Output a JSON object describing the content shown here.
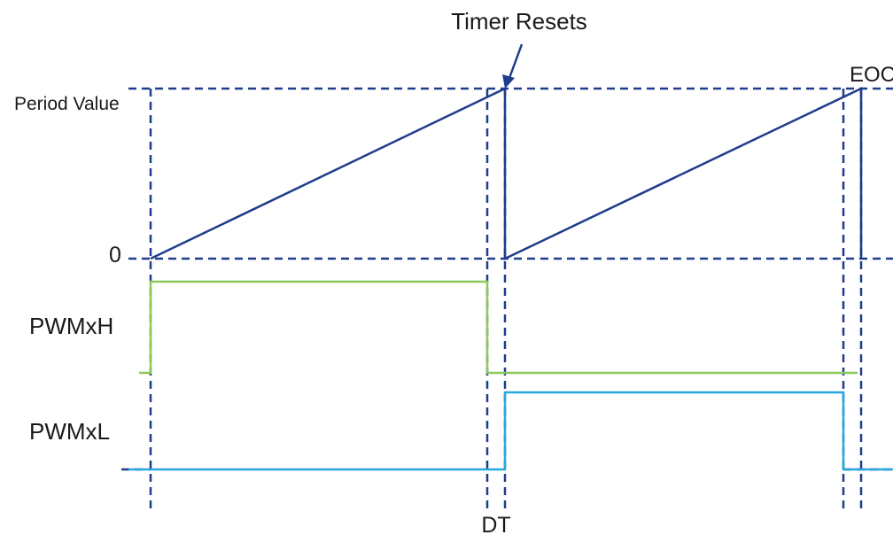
{
  "labels": {
    "timer_resets": "Timer Resets",
    "period_value": "Period Value",
    "zero": "0",
    "eoc": "EOC",
    "pwmxh": "PWMxH",
    "pwmxl": "PWMxL",
    "dt": "DT"
  },
  "colors": {
    "grid": "#1f3d8c",
    "sawtooth": "#1f3d8c",
    "pwmxh": "#8cc85a",
    "pwmxl": "#29a8e0"
  }
}
